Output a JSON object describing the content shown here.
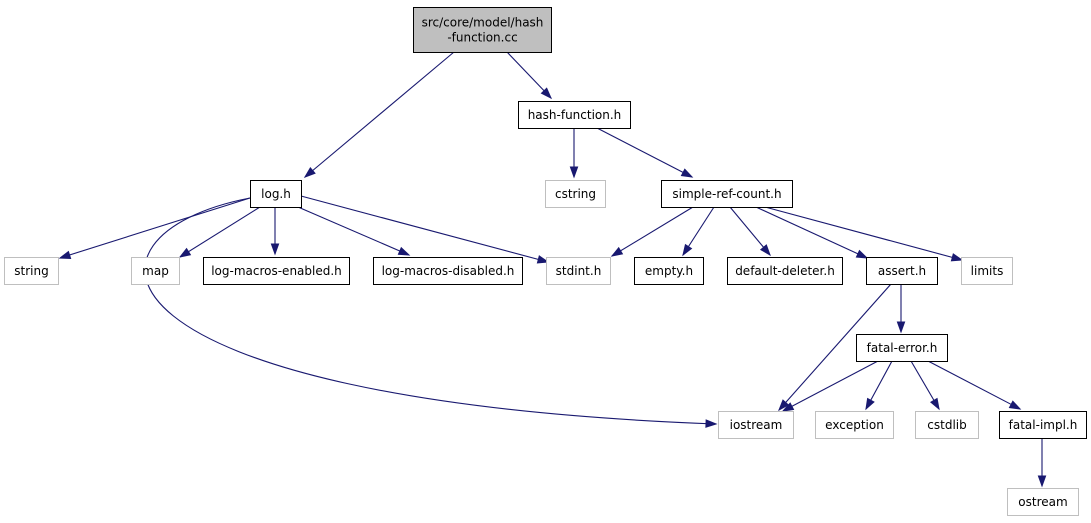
{
  "colors": {
    "edge": "#191970",
    "root_fill": "#bfbfbf",
    "local_fill": "#ffffff",
    "local_stroke": "#000000",
    "system_stroke": "#bfbfbf",
    "system_text": "#000000"
  },
  "nodes": {
    "root": {
      "lines": [
        "src/core/model/hash",
        "-function.cc"
      ],
      "kind": "root"
    },
    "hash_function_h": {
      "lines": [
        "hash-function.h"
      ],
      "kind": "local"
    },
    "log_h": {
      "lines": [
        "log.h"
      ],
      "kind": "local"
    },
    "cstring": {
      "lines": [
        "cstring"
      ],
      "kind": "system"
    },
    "simple_ref_count_h": {
      "lines": [
        "simple-ref-count.h"
      ],
      "kind": "local"
    },
    "string": {
      "lines": [
        "string"
      ],
      "kind": "system"
    },
    "map": {
      "lines": [
        "map"
      ],
      "kind": "system"
    },
    "log_macros_enabled_h": {
      "lines": [
        "log-macros-enabled.h"
      ],
      "kind": "local"
    },
    "log_macros_disabled_h": {
      "lines": [
        "log-macros-disabled.h"
      ],
      "kind": "local"
    },
    "stdint_h": {
      "lines": [
        "stdint.h"
      ],
      "kind": "system"
    },
    "empty_h": {
      "lines": [
        "empty.h"
      ],
      "kind": "local"
    },
    "default_deleter_h": {
      "lines": [
        "default-deleter.h"
      ],
      "kind": "local"
    },
    "assert_h": {
      "lines": [
        "assert.h"
      ],
      "kind": "local"
    },
    "limits": {
      "lines": [
        "limits"
      ],
      "kind": "system"
    },
    "fatal_error_h": {
      "lines": [
        "fatal-error.h"
      ],
      "kind": "local"
    },
    "iostream": {
      "lines": [
        "iostream"
      ],
      "kind": "system"
    },
    "exception": {
      "lines": [
        "exception"
      ],
      "kind": "system"
    },
    "cstdlib": {
      "lines": [
        "cstdlib"
      ],
      "kind": "system"
    },
    "fatal_impl_h": {
      "lines": [
        "fatal-impl.h"
      ],
      "kind": "local"
    },
    "ostream": {
      "lines": [
        "ostream"
      ],
      "kind": "system"
    }
  },
  "edges": [
    [
      "root",
      "log_h"
    ],
    [
      "root",
      "hash_function_h"
    ],
    [
      "hash_function_h",
      "cstring"
    ],
    [
      "hash_function_h",
      "simple_ref_count_h"
    ],
    [
      "log_h",
      "string"
    ],
    [
      "log_h",
      "map"
    ],
    [
      "log_h",
      "log_macros_enabled_h"
    ],
    [
      "log_h",
      "log_macros_disabled_h"
    ],
    [
      "log_h",
      "stdint_h"
    ],
    [
      "log_h",
      "iostream"
    ],
    [
      "simple_ref_count_h",
      "stdint_h"
    ],
    [
      "simple_ref_count_h",
      "empty_h"
    ],
    [
      "simple_ref_count_h",
      "default_deleter_h"
    ],
    [
      "simple_ref_count_h",
      "assert_h"
    ],
    [
      "simple_ref_count_h",
      "limits"
    ],
    [
      "assert_h",
      "iostream"
    ],
    [
      "assert_h",
      "fatal_error_h"
    ],
    [
      "fatal_error_h",
      "iostream"
    ],
    [
      "fatal_error_h",
      "exception"
    ],
    [
      "fatal_error_h",
      "cstdlib"
    ],
    [
      "fatal_error_h",
      "fatal_impl_h"
    ],
    [
      "fatal_impl_h",
      "ostream"
    ]
  ]
}
